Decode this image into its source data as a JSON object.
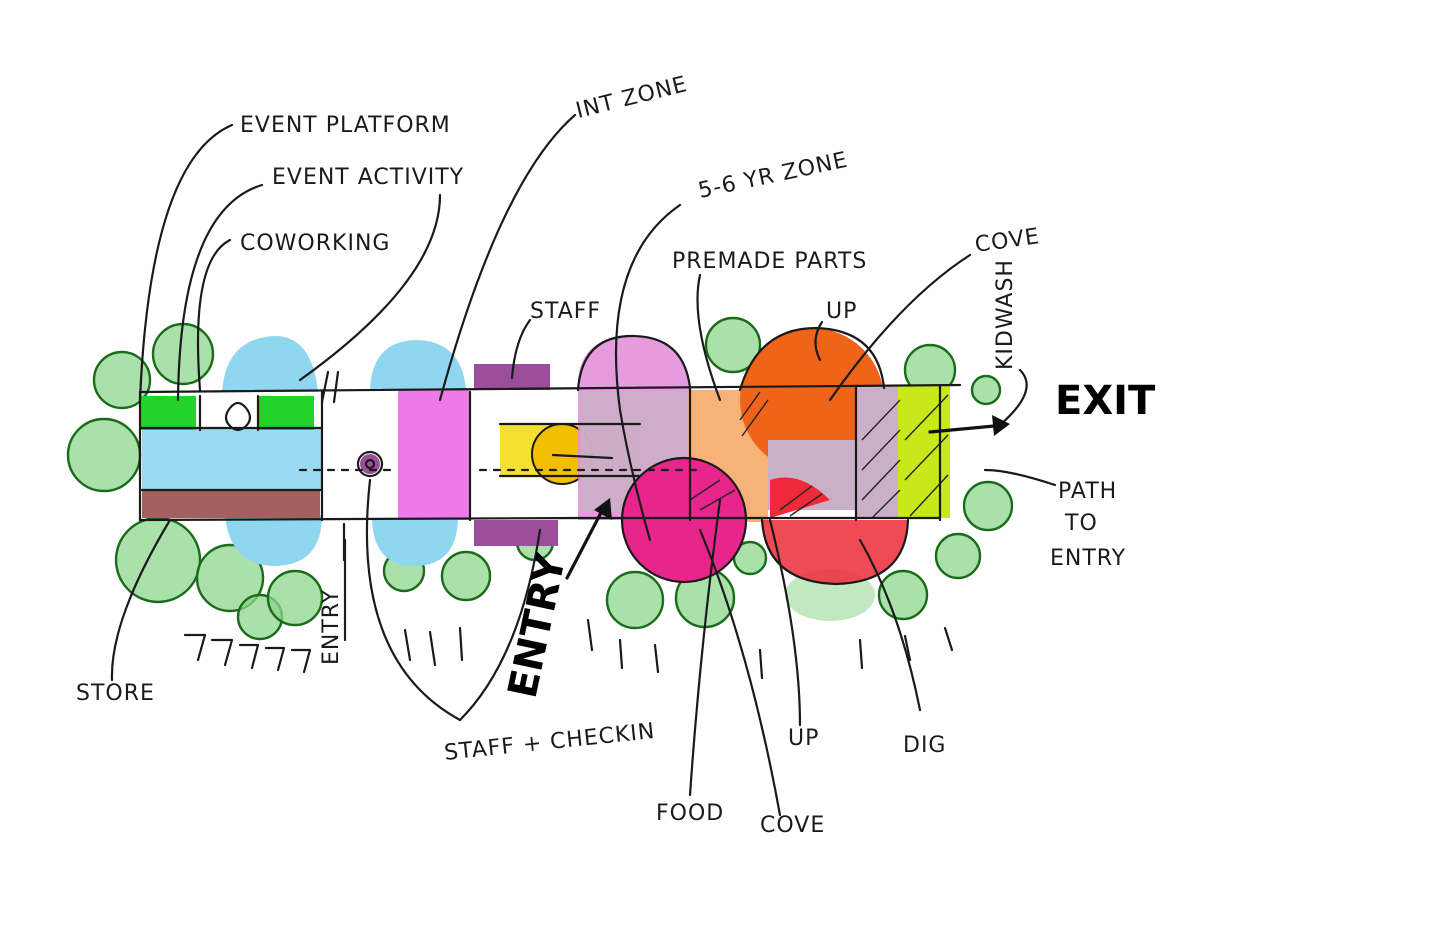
{
  "labels": {
    "event_platform": "EVENT PLATFORM",
    "event_activity": "EVENT ACTIVITY",
    "coworking": "COWORKING",
    "int_zone": "INT ZONE",
    "zone_5_6": "5-6 YR ZONE",
    "premade_parts": "PREMADE PARTS",
    "cove_top": "COVE",
    "up_top": "UP",
    "staff": "STAFF",
    "kidwash": "KIDWASH",
    "exit": "EXIT",
    "path_to_entry_1": "PATH",
    "path_to_entry_2": "TO",
    "path_to_entry_3": "ENTRY",
    "store": "STORE",
    "entry_small": "ENTRY",
    "entry_big": "ENTRY",
    "staff_checkin": "STAFF + CHECKIN",
    "food": "FOOD",
    "cove_bottom": "COVE",
    "up_bottom": "UP",
    "dig": "DIG"
  },
  "colors": {
    "ink": "#1a1a1a",
    "tree_fill": "#8ed68e",
    "tree_stroke": "#1a6b1a",
    "event_blue": "#8fd6f0",
    "coworking_green": "#22d42a",
    "int_magenta": "#ee7ae8",
    "staff_purple": "#9b4f9b",
    "yellow": "#f2dd1a",
    "zone_pink": "#e08ad8",
    "orange_light": "#f7b27a",
    "orange_dark": "#f0641a",
    "hot_pink": "#e8258a",
    "red": "#ee2a3a",
    "lime": "#c8e81a",
    "store_brown": "#a36060",
    "grey_purple": "#c9b0c6"
  }
}
